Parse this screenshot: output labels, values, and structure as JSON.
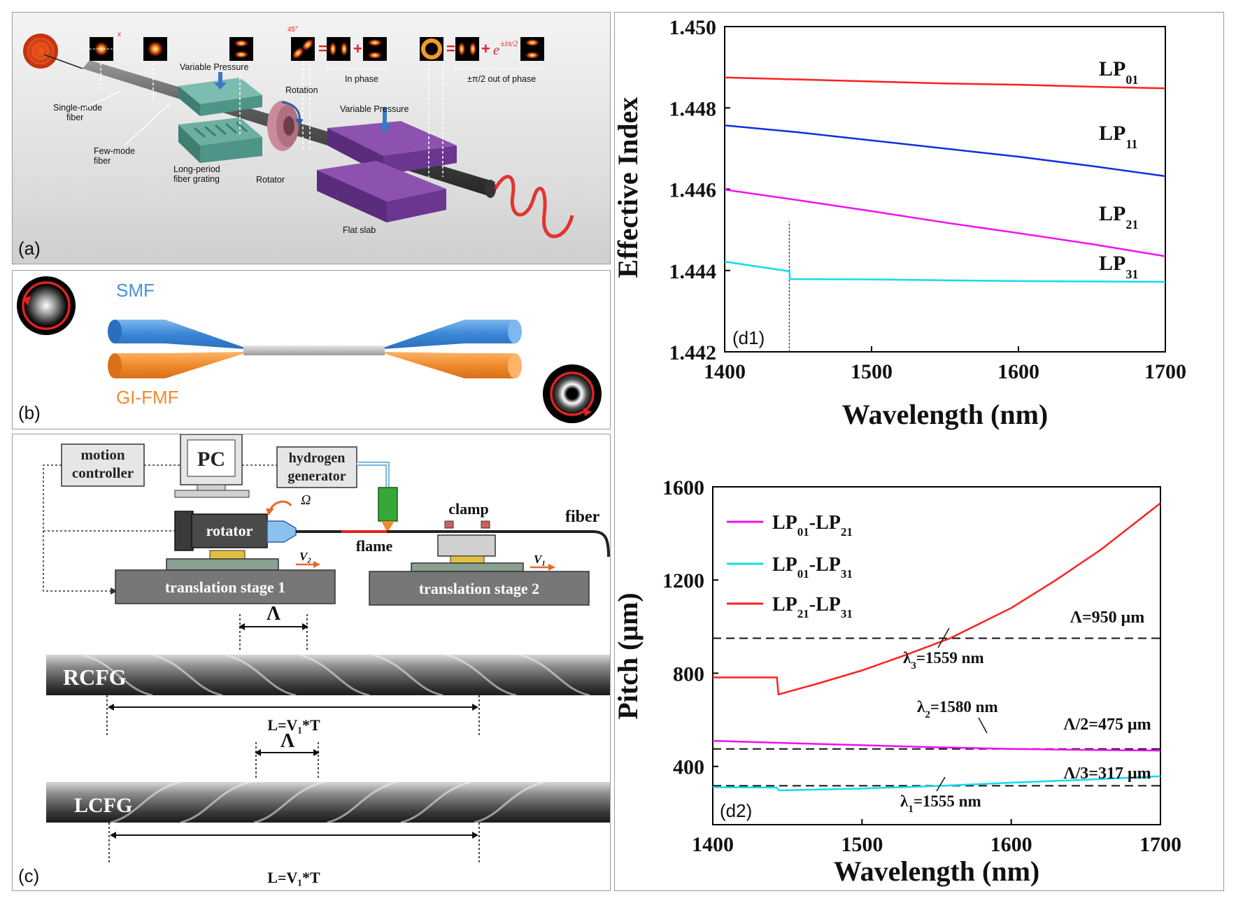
{
  "panel_a": {
    "letter": "(a)",
    "labels": {
      "variable_pressure_top": "Variable  Pressure",
      "variable_pressure_right": "Variable  Pressure",
      "rotation": "Rotation",
      "single_mode_fiber": "Single-mode\nfiber",
      "few_mode_fiber": "Few-mode\nfiber",
      "long_period_grating": "Long-period\nfiber grating",
      "rotator": "Rotator",
      "flat_slab": "Flat slab",
      "in_phase": "In phase",
      "out_of_phase": "±π/2 out of phase",
      "angle": "45°",
      "x_axis": "x",
      "phase_term": "e",
      "phase_exp": "±iπ/2"
    },
    "colors": {
      "grating": "#5aa89c",
      "slab": "#7a3f9a",
      "rotator": "#c98a9a",
      "mode": "#e4561a"
    }
  },
  "panel_b": {
    "letter": "(b)",
    "smf_label": "SMF",
    "gifmf_label": "GI-FMF",
    "colors": {
      "smf": "#4a90d9",
      "gifmf": "#f08a2c",
      "arrow": "#e0231f"
    }
  },
  "panel_c": {
    "letter": "(c)",
    "motion_controller": [
      "motion",
      "controller"
    ],
    "pc": "PC",
    "hydrogen_generator": [
      "hydrogen",
      "generator"
    ],
    "rotator": "rotator",
    "omega": "Ω",
    "clamp": "clamp",
    "fiber": "fiber",
    "flame": "flame",
    "v2": "V₂",
    "v1": "V₁",
    "stage1": "translation stage 1",
    "stage2": "translation stage 2",
    "rcfg": "RCFG",
    "lcfg": "LCFG",
    "lambda": "Λ",
    "length_rcfg": "L=V₁*T",
    "length_lcfg": "L=V₁*T"
  },
  "chart_data": [
    {
      "type": "line",
      "panel_label": "(d1)",
      "xlabel": "Wavelength  (nm)",
      "ylabel": "Effective Index",
      "xlim": [
        1400,
        1700
      ],
      "ylim": [
        1.442,
        1.45
      ],
      "xticks": [
        "1400",
        "1500",
        "1600",
        "1700"
      ],
      "yticks": [
        "1.442",
        "1.444",
        "1.446",
        "1.448",
        "1.450"
      ],
      "cutoff_marker_x": 1444,
      "series": [
        {
          "name": "LP01",
          "label_main": "LP",
          "label_sub": "01",
          "color": "#ff2020",
          "x": [
            1400,
            1450,
            1500,
            1550,
            1600,
            1650,
            1700
          ],
          "y": [
            1.44875,
            1.4487,
            1.44865,
            1.4486,
            1.44857,
            1.44852,
            1.44848
          ]
        },
        {
          "name": "LP11",
          "label_main": "LP",
          "label_sub": "11",
          "color": "#1030e0",
          "x": [
            1400,
            1450,
            1500,
            1550,
            1600,
            1650,
            1700
          ],
          "y": [
            1.44757,
            1.4474,
            1.4472,
            1.447,
            1.4468,
            1.44657,
            1.44632
          ]
        },
        {
          "name": "LP21",
          "label_main": "LP",
          "label_sub": "21",
          "color": "#ee10ee",
          "x": [
            1400,
            1450,
            1500,
            1550,
            1600,
            1650,
            1700
          ],
          "y": [
            1.44599,
            1.44573,
            1.44546,
            1.44518,
            1.44492,
            1.44465,
            1.44435
          ]
        },
        {
          "name": "LP31",
          "label_main": "LP",
          "label_sub": "31",
          "color": "#10dcec",
          "x": [
            1400,
            1444,
            1444.5,
            1500,
            1550,
            1600,
            1650,
            1700
          ],
          "y": [
            1.44422,
            1.44398,
            1.44379,
            1.44378,
            1.44376,
            1.44374,
            1.44373,
            1.44372
          ]
        }
      ],
      "annotations": {
        "lp01": {
          "main": "LP",
          "sub": "01"
        },
        "lp11": {
          "main": "LP",
          "sub": "11"
        },
        "lp21": {
          "main": "LP",
          "sub": "21"
        },
        "lp31": {
          "main": "LP",
          "sub": "31"
        }
      }
    },
    {
      "type": "line",
      "panel_label": "(d2)",
      "xlabel": "Wavelength  (nm)",
      "ylabel": "Pitch  (μm)",
      "xlim": [
        1400,
        1700
      ],
      "ylim": [
        150,
        1600
      ],
      "xticks": [
        "1400",
        "1500",
        "1600",
        "1700"
      ],
      "yticks": [
        "400",
        "800",
        "1200",
        "1600"
      ],
      "legend_position": "top-left",
      "series": [
        {
          "name": "LP01-LP21",
          "color": "#ee10ee",
          "x": [
            1400,
            1450,
            1500,
            1550,
            1600,
            1650,
            1700
          ],
          "y": [
            510,
            500,
            491,
            482,
            475,
            471,
            468
          ]
        },
        {
          "name": "LP01-LP31",
          "color": "#10dcec",
          "x": [
            1400,
            1443,
            1444,
            1500,
            1550,
            1600,
            1650,
            1700
          ],
          "y": [
            311,
            309,
            297,
            305,
            316,
            330,
            343,
            358
          ]
        },
        {
          "name": "LP21-LP31",
          "color": "#ff2020",
          "x": [
            1400,
            1443,
            1444,
            1470,
            1500,
            1530,
            1559,
            1600,
            1630,
            1660,
            1700
          ],
          "y": [
            782,
            782,
            709,
            755,
            812,
            880,
            950,
            1080,
            1200,
            1330,
            1530
          ]
        }
      ],
      "legend": [
        {
          "key": "LP01-LP21",
          "m1": "LP",
          "s1": "01",
          "dash": "-",
          "m2": "LP",
          "s2": "21"
        },
        {
          "key": "LP01-LP31",
          "m1": "LP",
          "s1": "01",
          "dash": "-",
          "m2": "LP",
          "s2": "31"
        },
        {
          "key": "LP21-LP31",
          "m1": "LP",
          "s1": "21",
          "dash": "-",
          "m2": "LP",
          "s2": "31"
        }
      ],
      "reference_lines": [
        {
          "y": 950,
          "label": "Λ=950 μm"
        },
        {
          "y": 475,
          "label": "Λ/2=475 μm"
        },
        {
          "y": 317,
          "label": "Λ/3=317 μm"
        }
      ],
      "annotations": [
        {
          "lam": "λ",
          "sub": "3",
          "text": "=1559 nm"
        },
        {
          "lam": "λ",
          "sub": "2",
          "text": "=1580 nm"
        },
        {
          "lam": "λ",
          "sub": "1",
          "text": "=1555 nm"
        }
      ]
    }
  ]
}
